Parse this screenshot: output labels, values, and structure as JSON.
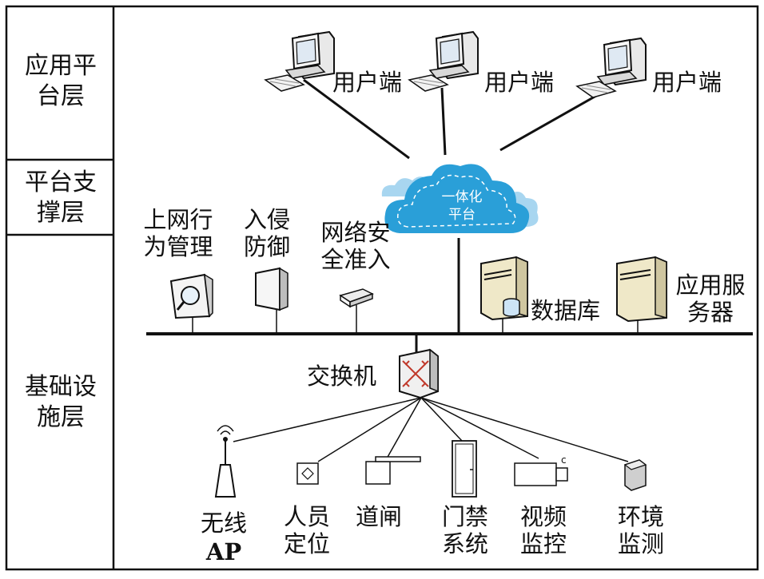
{
  "layers": {
    "application": "应用平\n台层",
    "platform": "平台支\n撑层",
    "infrastructure": "基础设\n施层"
  },
  "user_terminals": [
    "用户端",
    "用户端",
    "用户端"
  ],
  "cloud_label": "一体化\n平台",
  "security_devices": {
    "behavior_mgmt": "上网行\n为管理",
    "intrusion_defense": "入侵\n防御",
    "network_access": "网络安\n全准入"
  },
  "servers": {
    "database": "数据库",
    "app_server": "应用服\n务器"
  },
  "switch": "交换机",
  "endpoints": {
    "wireless_ap": "无线",
    "wireless_ap_suffix": "AP",
    "personnel_positioning": "人员\n定位",
    "gate": "道闸",
    "access_control": "门禁\n系统",
    "video_monitoring": "视频\n监控",
    "environment_monitoring": "环境\n监测"
  },
  "colors": {
    "cloud_fill": "#2a9fd8",
    "cloud_light": "#a8d6f0",
    "server_body": "#efe8c8",
    "switch_accent": "#c0392b",
    "line": "#111111"
  }
}
